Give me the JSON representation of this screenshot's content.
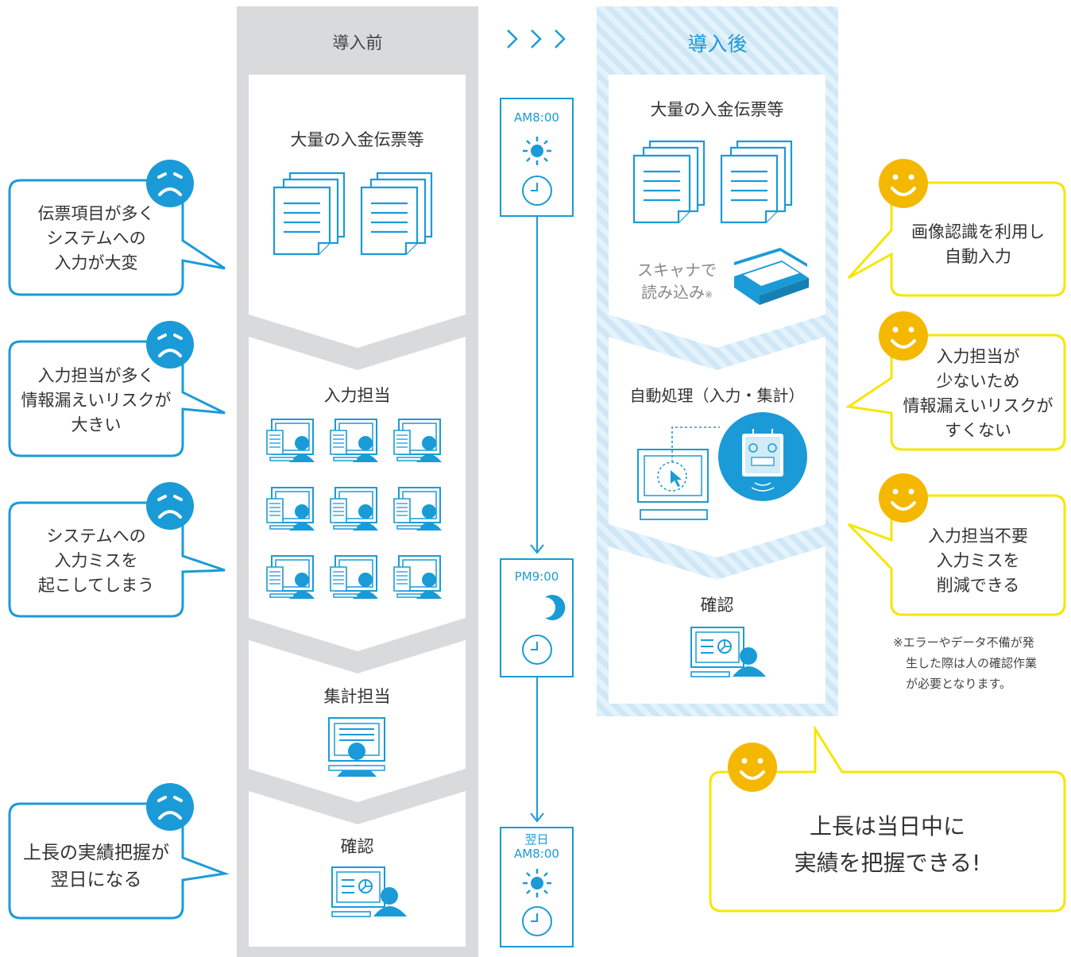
{
  "columns": {
    "before": {
      "header": "導入前",
      "steps": [
        "大量の入金伝票等",
        "入力担当",
        "集計担当",
        "確認"
      ]
    },
    "arrows": "＞＞＞",
    "after": {
      "header": "導入後",
      "steps": [
        "大量の入金伝票等",
        "自動処理（入力・集計）",
        "確認"
      ],
      "scanner_line1": "スキャナで",
      "scanner_line2": "読み込み",
      "scanner_mark": "※"
    }
  },
  "timeline": [
    {
      "line1": "",
      "line2": "AM8:00",
      "icon": "sun-icon"
    },
    {
      "line1": "",
      "line2": "PM9:00",
      "icon": "moon-icon"
    },
    {
      "line1": "翌日",
      "line2": "AM8:00",
      "icon": "sun-icon"
    }
  ],
  "problems": [
    [
      "伝票項目が多く",
      "システムへの",
      "入力が大変"
    ],
    [
      "入力担当が多く",
      "情報漏えいリスクが",
      "大きい"
    ],
    [
      "システムへの",
      "入力ミスを",
      "起こしてしまう"
    ],
    [
      "上長の実績把握が",
      "翌日になる"
    ]
  ],
  "benefits": [
    [
      "画像認識を利用し",
      "自動入力"
    ],
    [
      "入力担当が",
      "少ないため",
      "情報漏えいリスクが",
      "すくない"
    ],
    [
      "入力担当不要",
      "入力ミスを",
      "削減できる"
    ]
  ],
  "final_benefit": [
    "上長は当日中に",
    "実績を把握できる!"
  ],
  "note": [
    "※エラーやデータ不備が発",
    "生した際は人の確認作業",
    "が必要となります。"
  ],
  "colors": {
    "blue": "#1a9bd7",
    "gray": "#d9dadb",
    "yellow": "#f5e600",
    "smile": "#f5b800",
    "light_blue": "#d4ebf8"
  }
}
